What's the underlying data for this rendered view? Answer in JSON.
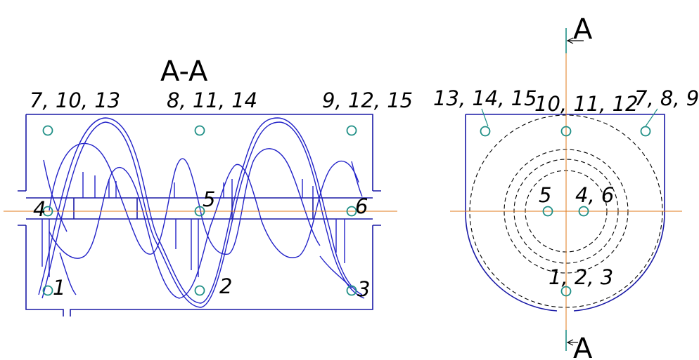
{
  "colors": {
    "outline": "#1a1aa6",
    "helix": "#2323c8",
    "centerline": "#e07a1a",
    "points": "#1f8f86",
    "text": "#000000"
  },
  "left_view": {
    "title": "A-A",
    "labels": {
      "top_left": "7, 10, 13",
      "top_mid": "8, 11, 14",
      "top_right": "9, 12, 15",
      "p1": "1",
      "p2": "2",
      "p3": "3",
      "p4": "4",
      "p5": "5",
      "p6": "6"
    }
  },
  "right_view": {
    "section_top": "A",
    "section_bottom": "A",
    "labels": {
      "top_left": "13, 14, 15",
      "top_mid": "10, 11, 12",
      "top_right": "7, 8, 9",
      "center_left": "5",
      "center_right": "4, 6",
      "bottom": "1, 2, 3"
    }
  }
}
